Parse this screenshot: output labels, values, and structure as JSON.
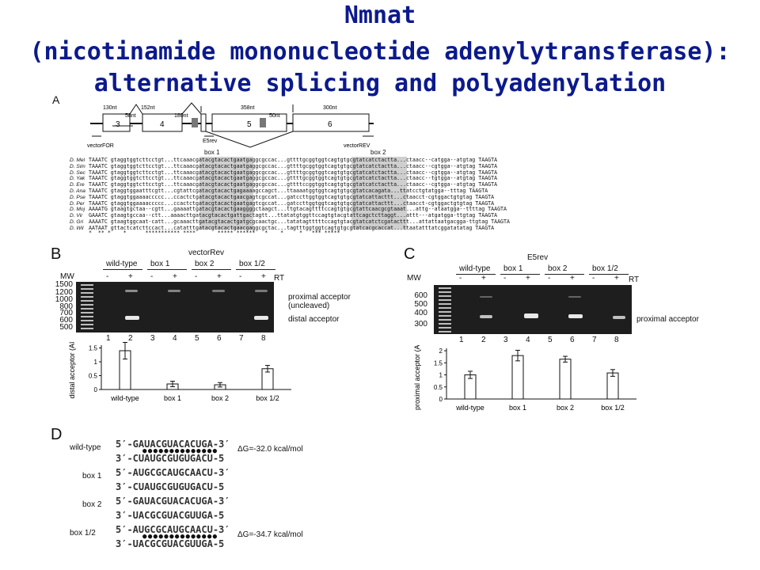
{
  "title": {
    "line1": "Nmnat",
    "line2": "(nicotinamide mononucleotide adenylytransferase):",
    "line3": "alternative splicing and polyadenylation"
  },
  "panelA": {
    "letter": "A",
    "exon_sizes": [
      "130nt",
      "152nt",
      "58nt",
      "180nt",
      "358nt",
      "50nt",
      "300nt"
    ],
    "exons": [
      "3",
      "4",
      "5",
      "6"
    ],
    "primers": [
      "vectorFOR",
      "E5rev",
      "vectorREV"
    ],
    "box_labels": [
      "box 1",
      "box 2"
    ],
    "species": [
      "D. Mel",
      "D. Sim",
      "D. Sec",
      "D. Yak",
      "D. Ere",
      "D. Ana",
      "D. Pse",
      "D. Per",
      "D. Moj",
      "D. Vir",
      "D. Gri",
      "D. Wil"
    ],
    "seqs": [
      "TAAATC gtaggtggtcttcctgt...ttcaaacgatacgtacactgaatgaggcgccac...gttttgcggtggtcagtgtgcgtatcatctactta...ctaacc--catgga--atgtag TAAGTA",
      "TAAATC gtaggtggtcttcctgt...ttcaaacgatacgtacactgaatgaggcgccac...gttttgcggtggtcagtgtgcgtatcatctactta...ctaacc--cgtgga--atgtag TAAGTA",
      "TAAATC gtaggtggtcttcctgt...ttcaaacgatacgtacactgaatgaggcgccac...gttttgcggtggtcagtgtgcgtatcatctactta...ctaacc--cgtgga--atgtag TAAGTA",
      "TAAATC gtaggtggtcttcctgt...ttcaaacgatacgtacactgaatgaggcgccac...gttttgcggtggtcagtgtgcgtatcatctactta...ctaacc--tgtgga--atgtag TAAGTA",
      "TAAATC gtaggtggtcttcctgt...ttcaaacgatacgtacactgaatgaggcgccac...gttttccggtggtcagtgtgcgtatcatctactta...ctaacc--cgtgga--atgtag TAAGTA",
      "TAAATC gtaggtggaatttcgtt...cgtattcgatacgtacactgagaaaagccagct...ttaaaatggtggtcagtgtgcgtatcacagata...ttatcctgtatgga--tttag TAAGTA",
      "TAAATC gtaggtggaaaaccccc...ccactctgatacgtacactgaacgagtcgccat...gatccttggtggtcagtgtgcgtatcattacttt...ctaacct-cgtggactgtgtag TAAGTA",
      "TAAATC gtaggtggaaaaccccc...ccactctgatacgtacactgaatgagtcgccat...gatccttggtggtcagtgtgcgtatcattacttt...ctaacct-cgtggactgtgtag TAAGTA",
      "AAAATG gtaagtgctaa--cgtt...gaaaattgatacgtacactgaaggggctaagct...ttgtacagttttccagtgtgcgtattcaacgcgtaaat...attg--ataatgga--ttttag TAAGTA",
      "GAAATC gtaagtgccaa--ctt...aaaacttgatacgtacactgattgactagtt...ttatatgtggttccagtgtacgtattcagctcttaggt...attt---atgatgga-ttgtag TAAGTA",
      "AAAATC gtaagtggcaat-catt...gcaaacttgatacgtacactgatgcgcaactgc...tatatagtttttccagtgtacgtatcatctcgatacttt...attattaatgacgga-ttgtag TAAGTA",
      "AATAAT gttactcatcttccact...catatttgatacgtacactgaacgaggcgctac...tagtttggtggtcagtgtgcgtatcacgcaccat...ttaatatttatcggatatatag TAAGTA"
    ],
    "stars": "*  ** *    *      *********** ****       ***** ******   *    *     *   *** *****"
  },
  "panelB": {
    "letter": "B",
    "primer": "vectorRev",
    "groups": [
      "wild-type",
      "box 1",
      "box 2",
      "box 1/2"
    ],
    "rt_signs": [
      "-",
      "+",
      "-",
      "+",
      "-",
      "+",
      "-",
      "+"
    ],
    "rt_label": "RT",
    "mw_label": "MW",
    "mw_marks": [
      "1500",
      "1200",
      "1000",
      "800",
      "700",
      "600",
      "500"
    ],
    "lanes": [
      "1",
      "2",
      "3",
      "4",
      "5",
      "6",
      "7",
      "8"
    ],
    "band_labels": [
      "proximal acceptor",
      "(uncleaved)",
      "distal acceptor"
    ]
  },
  "panelC": {
    "letter": "C",
    "primer": "E5rev",
    "groups": [
      "wild-type",
      "box 1",
      "box 2",
      "box 1/2"
    ],
    "rt_signs": [
      "-",
      "+",
      "-",
      "+",
      "-",
      "+",
      "-",
      "+"
    ],
    "rt_label": "RT",
    "mw_label": "MW",
    "mw_marks": [
      "600",
      "500",
      "400",
      "300"
    ],
    "lanes": [
      "1",
      "2",
      "3",
      "4",
      "5",
      "6",
      "7",
      "8"
    ],
    "band_labels": [
      "proximal acceptor"
    ]
  },
  "chart_data": [
    {
      "type": "bar",
      "categories": [
        "wild-type",
        "box 1",
        "box 2",
        "box 1/2"
      ],
      "values": [
        1.4,
        0.2,
        0.17,
        0.75
      ],
      "errors": [
        0.3,
        0.1,
        0.08,
        0.12
      ],
      "title": "",
      "xlabel": "",
      "ylabel": "distal acceptor (AU)",
      "yticks": [
        "0",
        "0.5",
        "1",
        "1.5"
      ],
      "ylim": [
        0,
        1.6
      ]
    },
    {
      "type": "bar",
      "categories": [
        "wild-type",
        "box 1",
        "box 2",
        "box 1/2"
      ],
      "values": [
        1.0,
        1.8,
        1.65,
        1.08
      ],
      "errors": [
        0.15,
        0.22,
        0.12,
        0.14
      ],
      "title": "",
      "xlabel": "",
      "ylabel": "proximal acceptor (AU)",
      "yticks": [
        "0",
        "0.5",
        "1",
        "1.5",
        "2"
      ],
      "ylim": [
        0,
        2.1
      ]
    }
  ],
  "panelD": {
    "letter": "D",
    "pairs": [
      {
        "name": "wild-type",
        "top": "5′-GAUACGUACACUGA-3′",
        "bottom": "3′-CUAUGCGUGUGACU-5",
        "dg": "ΔG=-32.0 kcal/mol",
        "paired": true
      },
      {
        "name": "box 1",
        "top": "5′-AUGCGCAUGCAACU-3′",
        "bottom": "3′-CUAUGCGUGUGACU-5",
        "dg": "",
        "paired": false
      },
      {
        "name": "box 2",
        "top": "5′-GAUACGUACACUGA-3′",
        "bottom": "3′-UACGCGUACGUUGA-5",
        "dg": "",
        "paired": false
      },
      {
        "name": "box 1/2",
        "top": "5′-AUGCGCAUGCAACU-3′",
        "bottom": "3′-UACGCGUACGUUGA-5",
        "dg": "ΔG=-34.7 kcal/mol",
        "paired": true
      }
    ]
  }
}
